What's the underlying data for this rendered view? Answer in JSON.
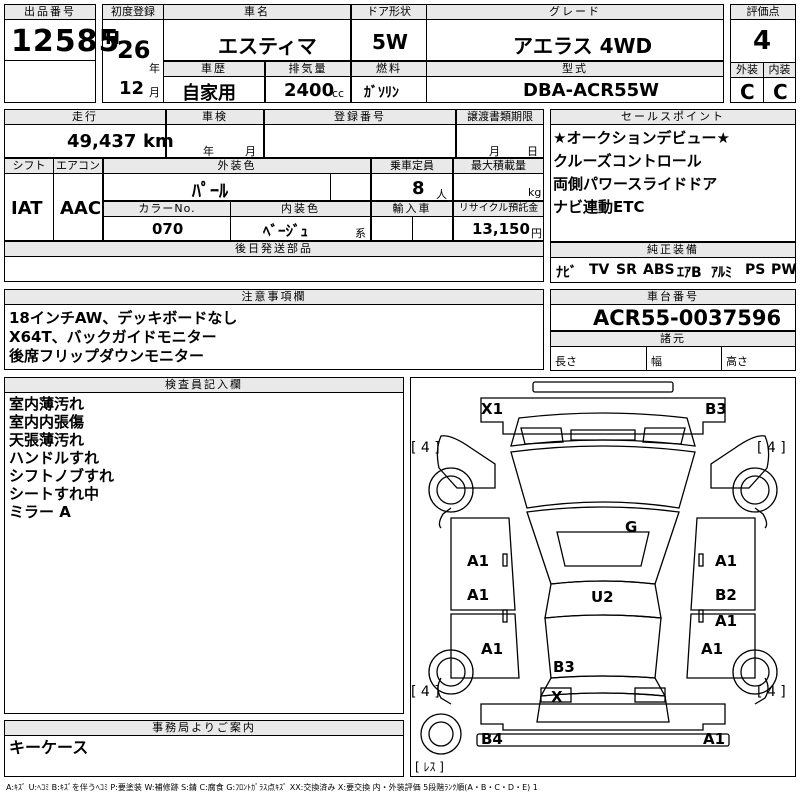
{
  "lot": {
    "label": "出品番号",
    "value": "12585"
  },
  "first_reg": {
    "label": "初度登録",
    "era": "H",
    "year": "26",
    "year_unit": "年",
    "month": "12",
    "month_unit": "月"
  },
  "car_name": {
    "label": "車名",
    "value": "エスティマ"
  },
  "door": {
    "label": "ドア形状",
    "value": "5W"
  },
  "grade": {
    "label": "グレード",
    "value": "アエラス 4WD"
  },
  "score": {
    "label": "評価点",
    "value": "4"
  },
  "history": {
    "label": "車歴",
    "value": "自家用"
  },
  "displacement": {
    "label": "排気量",
    "value": "2400",
    "unit": "cc"
  },
  "fuel": {
    "label": "燃料",
    "value": "ｶﾞｿﾘﾝ"
  },
  "model_code": {
    "label": "型式",
    "value": "DBA-ACR55W"
  },
  "exterior_grade": {
    "label": "外装",
    "value": "C"
  },
  "interior_grade": {
    "label": "内装",
    "value": "C"
  },
  "mileage": {
    "label": "走行",
    "value": "49,437",
    "unit": "km"
  },
  "inspection": {
    "label": "車検",
    "year_unit": "年",
    "month_unit": "月"
  },
  "reg_number": {
    "label": "登録番号"
  },
  "transfer": {
    "label": "譲渡書類期限",
    "month_unit": "月",
    "day_unit": "日"
  },
  "shift": {
    "label": "シフト",
    "value": "IAT"
  },
  "aircon": {
    "label": "エアコン",
    "value": "AAC"
  },
  "ext_color": {
    "label": "外装色",
    "value": "ﾊﾟｰﾙ"
  },
  "capacity": {
    "label": "乗車定員",
    "value": "8",
    "unit": "人"
  },
  "max_load": {
    "label": "最大積載量",
    "unit": "kg"
  },
  "color_no": {
    "label": "カラーNo.",
    "value": "070"
  },
  "int_color": {
    "label": "内装色",
    "value": "ﾍﾞｰｼﾞｭ",
    "unit": "系"
  },
  "import": {
    "label": "輸入車"
  },
  "recycle": {
    "label": "リサイクル預託金",
    "value": "13,150",
    "unit": "円"
  },
  "later_parts": {
    "label": "後日発送部品"
  },
  "sales_points": {
    "label": "セールスポイント",
    "lines": [
      "★オークションデビュー★",
      "クルーズコントロール",
      "両側パワースライドドア",
      "ナビ連動ETC"
    ]
  },
  "equipment": {
    "label": "純正装備",
    "items": [
      "ﾅﾋﾞ",
      "TV",
      "SR",
      "ABS",
      "ｴｱB",
      "ｱﾙﾐ",
      "PS",
      "PW"
    ]
  },
  "caution": {
    "label": "注意事項欄",
    "lines": [
      "18インチAW、デッキボードなし",
      "X64T、バックガイドモニター",
      "後席フリップダウンモニター"
    ]
  },
  "chassis": {
    "label": "車台番号",
    "value": "ACR55-0037596"
  },
  "specs": {
    "label": "諸元",
    "length": "長さ",
    "width": "幅",
    "height": "高さ"
  },
  "inspector": {
    "label": "検査員記入欄",
    "lines": [
      "室内薄汚れ",
      "室内内張傷",
      "天張薄汚れ",
      "ハンドルすれ",
      "シフトノブすれ",
      "シートすれ中",
      "ミラー A"
    ]
  },
  "office": {
    "label": "事務局よりご案内",
    "value": "キーケース"
  },
  "diagram": {
    "marks": {
      "fl": "X1",
      "fr": "B3",
      "g": "G",
      "l1": "A1",
      "r1": "A1",
      "l2": "A1",
      "r2": "B2",
      "r3": "A1",
      "u2": "U2",
      "l3": "A1",
      "r4": "A1",
      "b3": "B3",
      "x": "X",
      "rl": "B4",
      "rr": "A1"
    },
    "tire": "[ 4 ]",
    "spare": "[ ﾚｽ ]"
  },
  "legend": "A:ｷｽﾞ U:ﾍｺﾐ B:ｷｽﾞを伴うﾍｺﾐ P:要塗装 W:補修跡 S:錆 C:腐食 G:ﾌﾛﾝﾄｶﾞﾗｽ点ｷｽﾞ XX:交換済み X:要交換 内・外装評価 5段階ﾗﾝｸ順(A・B・C・D・E) 1"
}
